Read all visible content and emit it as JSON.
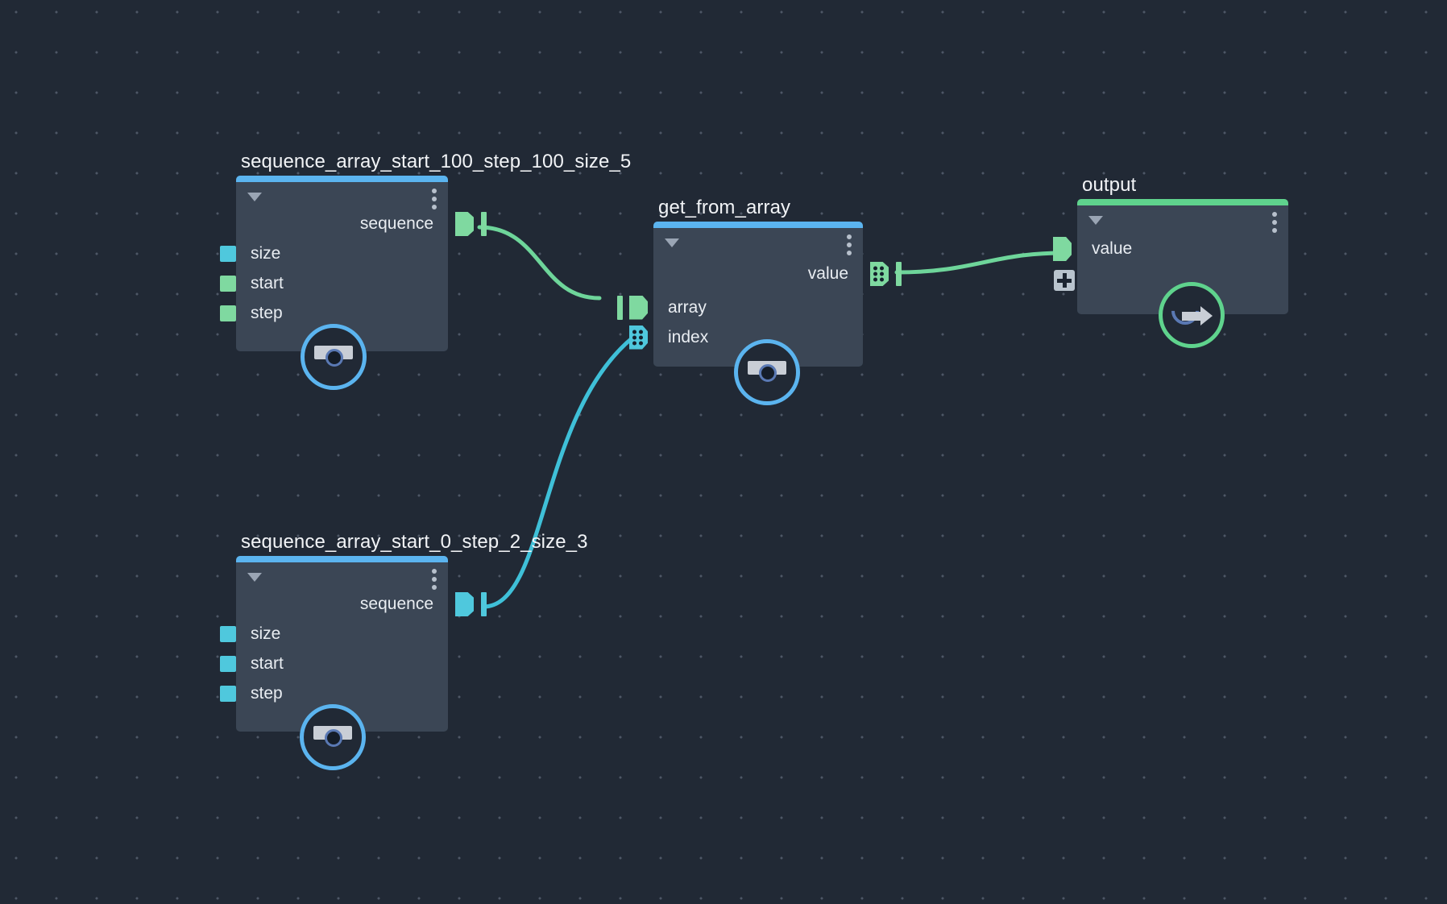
{
  "canvas": {
    "background_color": "#212935",
    "grid_dot_color": "#4e5766"
  },
  "palette": {
    "node_body": "#3b4655",
    "header_blue": "#5bb4ef",
    "header_green": "#5fd38d",
    "port_green": "#7fd9a0",
    "port_cyan": "#4fc8dd",
    "edge_green": "#6ed59a",
    "edge_cyan": "#3fc0d8",
    "text_primary": "#e9edf2",
    "badge_blue": "#5bb4ef",
    "badge_green": "#5fd38d"
  },
  "nodes": [
    {
      "id": "seq100",
      "title": "sequence_array_start_100_step_100_size_5",
      "header_color": "#5bb4ef",
      "collapse_icon": "triangle-down-icon",
      "menu_icon": "kebab-menu-icon",
      "outputs": [
        {
          "label": "sequence",
          "port_type": "flag",
          "color": "#7fd9a0"
        }
      ],
      "inputs": [
        {
          "label": "size",
          "port_type": "square",
          "color": "#4fc8dd"
        },
        {
          "label": "start",
          "port_type": "square",
          "color": "#7fd9a0"
        },
        {
          "label": "step",
          "port_type": "square",
          "color": "#7fd9a0"
        }
      ],
      "badge": {
        "icon": "table-node-icon",
        "color": "#5bb4ef"
      }
    },
    {
      "id": "getfromarray",
      "title": "get_from_array",
      "header_color": "#5bb4ef",
      "collapse_icon": "triangle-down-icon",
      "menu_icon": "kebab-menu-icon",
      "outputs": [
        {
          "label": "value",
          "port_type": "flag-dots",
          "color": "#7fd9a0"
        }
      ],
      "inputs": [
        {
          "label": "array",
          "port_type": "flag",
          "color": "#7fd9a0"
        },
        {
          "label": "index",
          "port_type": "flag-dots",
          "color": "#4fc8dd"
        }
      ],
      "badge": {
        "icon": "table-node-icon",
        "color": "#5bb4ef"
      }
    },
    {
      "id": "output",
      "title": "output",
      "header_color": "#5fd38d",
      "collapse_icon": "triangle-down-icon",
      "menu_icon": "kebab-menu-icon",
      "outputs": [],
      "inputs": [
        {
          "label": "value",
          "port_type": "flag",
          "color": "#7fd9a0"
        }
      ],
      "add_button": {
        "icon": "plus-icon",
        "label": "+"
      },
      "badge": {
        "icon": "output-arrow-icon",
        "color": "#5fd38d"
      }
    },
    {
      "id": "seq0",
      "title": "sequence_array_start_0_step_2_size_3",
      "header_color": "#5bb4ef",
      "collapse_icon": "triangle-down-icon",
      "menu_icon": "kebab-menu-icon",
      "outputs": [
        {
          "label": "sequence",
          "port_type": "flag",
          "color": "#4fc8dd"
        }
      ],
      "inputs": [
        {
          "label": "size",
          "port_type": "square",
          "color": "#4fc8dd"
        },
        {
          "label": "start",
          "port_type": "square",
          "color": "#4fc8dd"
        },
        {
          "label": "step",
          "port_type": "square",
          "color": "#4fc8dd"
        }
      ],
      "badge": {
        "icon": "table-node-icon",
        "color": "#5bb4ef"
      }
    }
  ],
  "edges": [
    {
      "from": "seq100.sequence",
      "to": "getfromarray.array",
      "color": "#6ed59a"
    },
    {
      "from": "seq0.sequence",
      "to": "getfromarray.index",
      "color": "#3fc0d8"
    },
    {
      "from": "getfromarray.value",
      "to": "output.value",
      "color": "#6ed59a"
    }
  ]
}
